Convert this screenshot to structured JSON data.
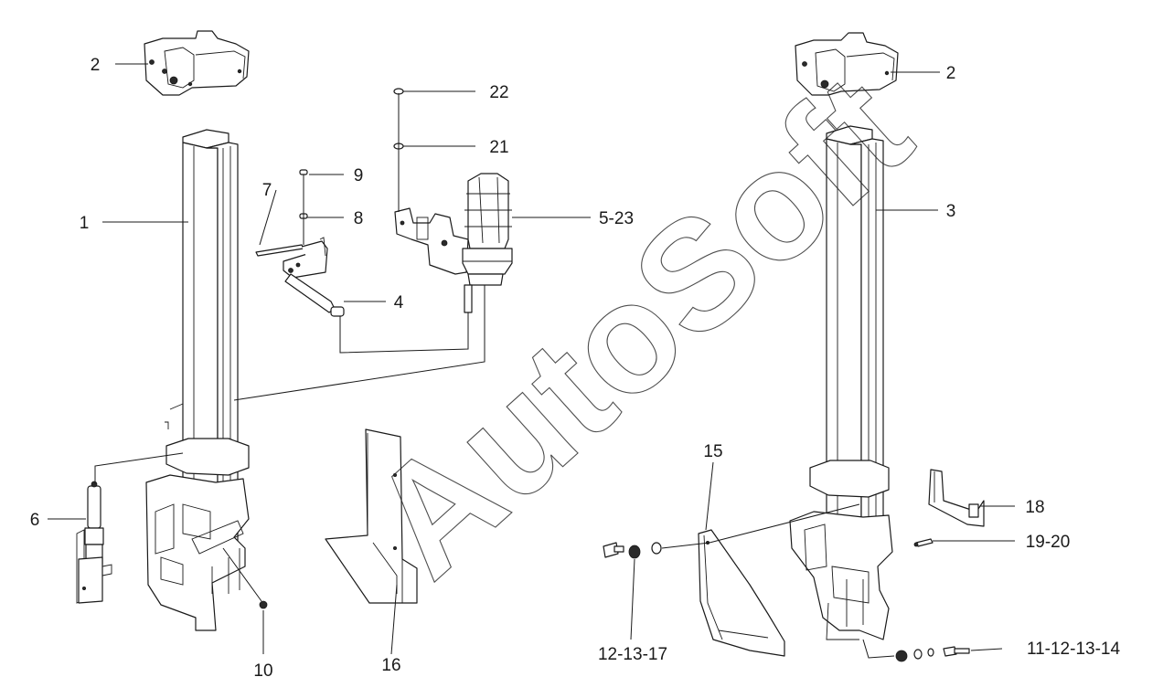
{
  "watermark": "AutoSoft",
  "callouts": {
    "c1": "1",
    "c2_left": "2",
    "c2_right": "2",
    "c3": "3",
    "c4": "4",
    "c5_23": "5-23",
    "c6": "6",
    "c7": "7",
    "c8": "8",
    "c9": "9",
    "c10": "10",
    "c11_14": "11-12-13-14",
    "c12_17": "12-13-17",
    "c15": "15",
    "c16": "16",
    "c18": "18",
    "c19_20": "19-20",
    "c21": "21",
    "c22": "22"
  },
  "colors": {
    "line": "#1a1a1a",
    "background": "#ffffff"
  }
}
